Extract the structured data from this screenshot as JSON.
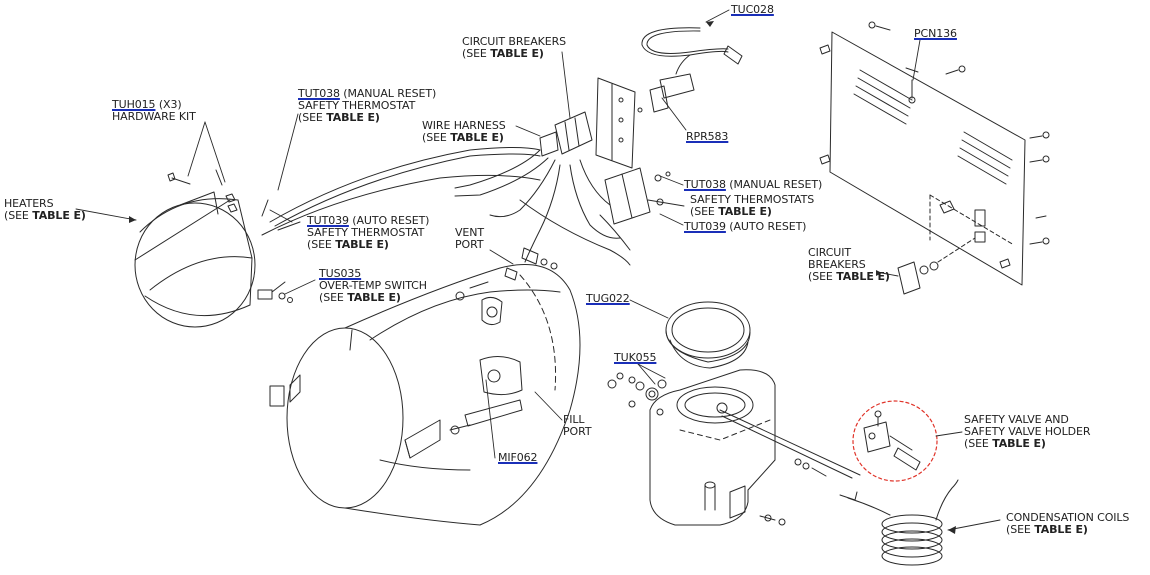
{
  "labels": {
    "tuh015_pn": "TUH015",
    "tuh015_qty": "(X3)",
    "tuh015_desc": "HARDWARE KIT",
    "heaters_line1": "HEATERS",
    "heaters_see": "(SEE",
    "heaters_table": "TABLE E)",
    "tut038a_pn": "TUT038",
    "tut038a_note": "(MANUAL RESET)",
    "tut038a_desc": "SAFETY THERMOSTAT",
    "tut038a_see": "(SEE",
    "tut038a_table": "TABLE E)",
    "tut039a_pn": "TUT039",
    "tut039a_note": "(AUTO RESET)",
    "tut039a_desc": "SAFETY THERMOSTAT",
    "tut039a_see": "(SEE",
    "tut039a_table": "TABLE E)",
    "tus035_pn": "TUS035",
    "tus035_desc": "OVER-TEMP SWITCH",
    "tus035_see": "(SEE",
    "tus035_table": "TABLE E)",
    "vent_line1": "VENT",
    "vent_line2": "PORT",
    "fill_line1": "FILL",
    "fill_line2": "PORT",
    "mif062_pn": "MIF062",
    "wire_line1": "WIRE HARNESS",
    "wire_see": "(SEE",
    "wire_table": "TABLE E)",
    "cb_top_line1": "CIRCUIT BREAKERS",
    "cb_top_see": "(SEE",
    "cb_top_table": "TABLE E)",
    "tuc028_pn": "TUC028",
    "rpr583_pn": "RPR583",
    "tut038b_pn": "TUT038",
    "tut038b_note": "(MANUAL RESET)",
    "thermostats_desc": "SAFETY THERMOSTATS",
    "thermostats_see": "(SEE",
    "thermostats_table": "TABLE E)",
    "tut039b_pn": "TUT039",
    "tut039b_note": "(AUTO RESET)",
    "pcn136_pn": "PCN136",
    "cb_right_line1": "CIRCUIT",
    "cb_right_line2": "BREAKERS",
    "cb_right_see": "(SEE",
    "cb_right_table": "TABLE E)",
    "tug022_pn": "TUG022",
    "tuk055_pn": "TUK055",
    "safety_valve_line1": "SAFETY VALVE AND",
    "safety_valve_line2": "SAFETY VALVE HOLDER",
    "safety_valve_see": "(SEE",
    "safety_valve_table": "TABLE E)",
    "coils_line1": "CONDENSATION COILS",
    "coils_see": "(SEE",
    "coils_table": "TABLE E)"
  },
  "colors": {
    "line": "#2a2a2a",
    "part_number_underline": "#1a2fb8",
    "highlight_dashed": "#e0342a"
  }
}
